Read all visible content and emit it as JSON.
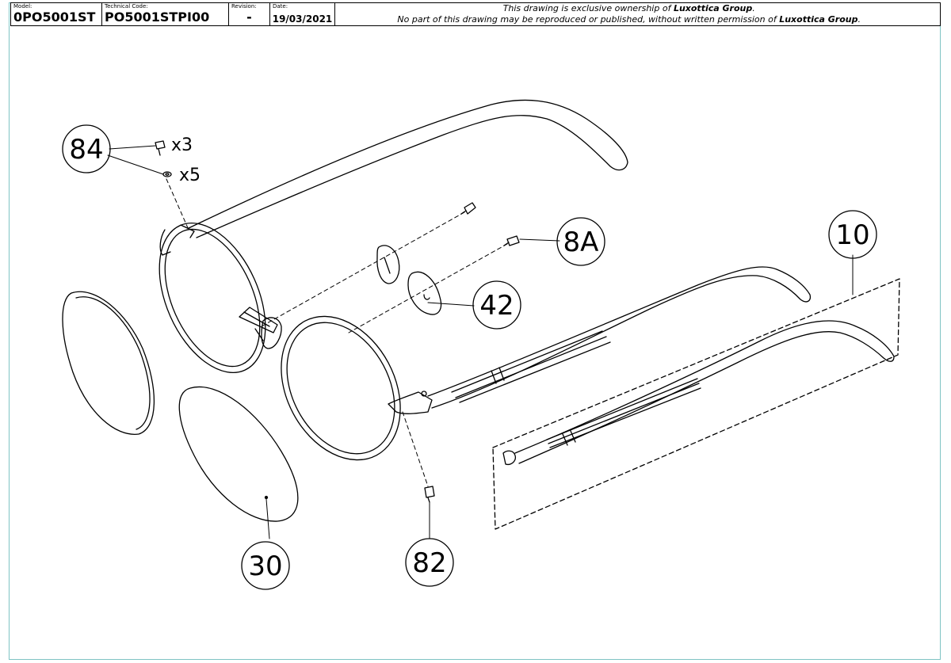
{
  "title_block": {
    "model_caption": "Model:",
    "model_value": "0PO5001ST",
    "technical_code_caption": "Technical Code:",
    "technical_code_value": "PO5001STPI00",
    "revision_caption": "Revision:",
    "revision_value": "-",
    "date_caption": "Date:",
    "date_value": "19/03/2021",
    "notice_line1_prefix": "This drawing is exclusive ownership of ",
    "notice_line1_owner": "Luxottica Group",
    "notice_line1_suffix": ".",
    "notice_line2_prefix": "No part of this drawing may be reproduced or published, without written permission of ",
    "notice_line2_owner": "Luxottica Group",
    "notice_line2_suffix": "."
  },
  "callouts": {
    "screws": "84",
    "screws_qty_a": "x3",
    "screws_qty_b": "x5",
    "nose_pad_screw": "8A",
    "nose_pad": "42",
    "temple": "10",
    "lens": "30",
    "hinge_screw": "82"
  },
  "colors": {
    "line": "#000000",
    "border": "#7fc4c4"
  }
}
